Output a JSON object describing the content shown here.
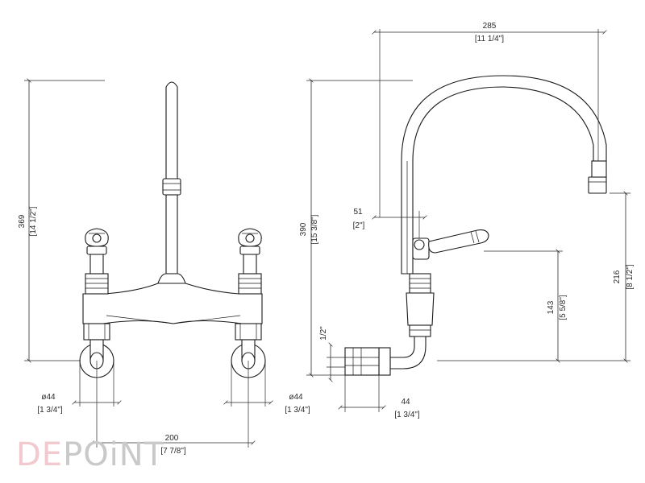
{
  "dimensions": {
    "width_spout": {
      "value": "285",
      "imperial": "[11 1/4\"]"
    },
    "height_left": {
      "value": "369",
      "imperial": "[14 1/2\"]"
    },
    "height_side": {
      "value": "390",
      "imperial": "[15 3/8\"]"
    },
    "offset_lever": {
      "value": "51",
      "imperial": "[2\"]"
    },
    "spout_height": {
      "value": "216",
      "imperial": "[8 1/2\"]"
    },
    "lever_height": {
      "value": "143",
      "imperial": "[5 5/8\"]"
    },
    "thread": {
      "value": "1/2\""
    },
    "flange_left": {
      "value": "ø44",
      "imperial": "[1 3/4\"]"
    },
    "flange_right": {
      "value": "ø44",
      "imperial": "[1 3/4\"]"
    },
    "centers": {
      "value": "200",
      "imperial": "[7 7/8\"]"
    },
    "projection": {
      "value": "44",
      "imperial": "[1 3/4\"]"
    }
  },
  "logo": {
    "part1": "DE",
    "part2": "POiNT",
    "color1": "#f2c9cf",
    "color2": "#c9c9c9"
  }
}
